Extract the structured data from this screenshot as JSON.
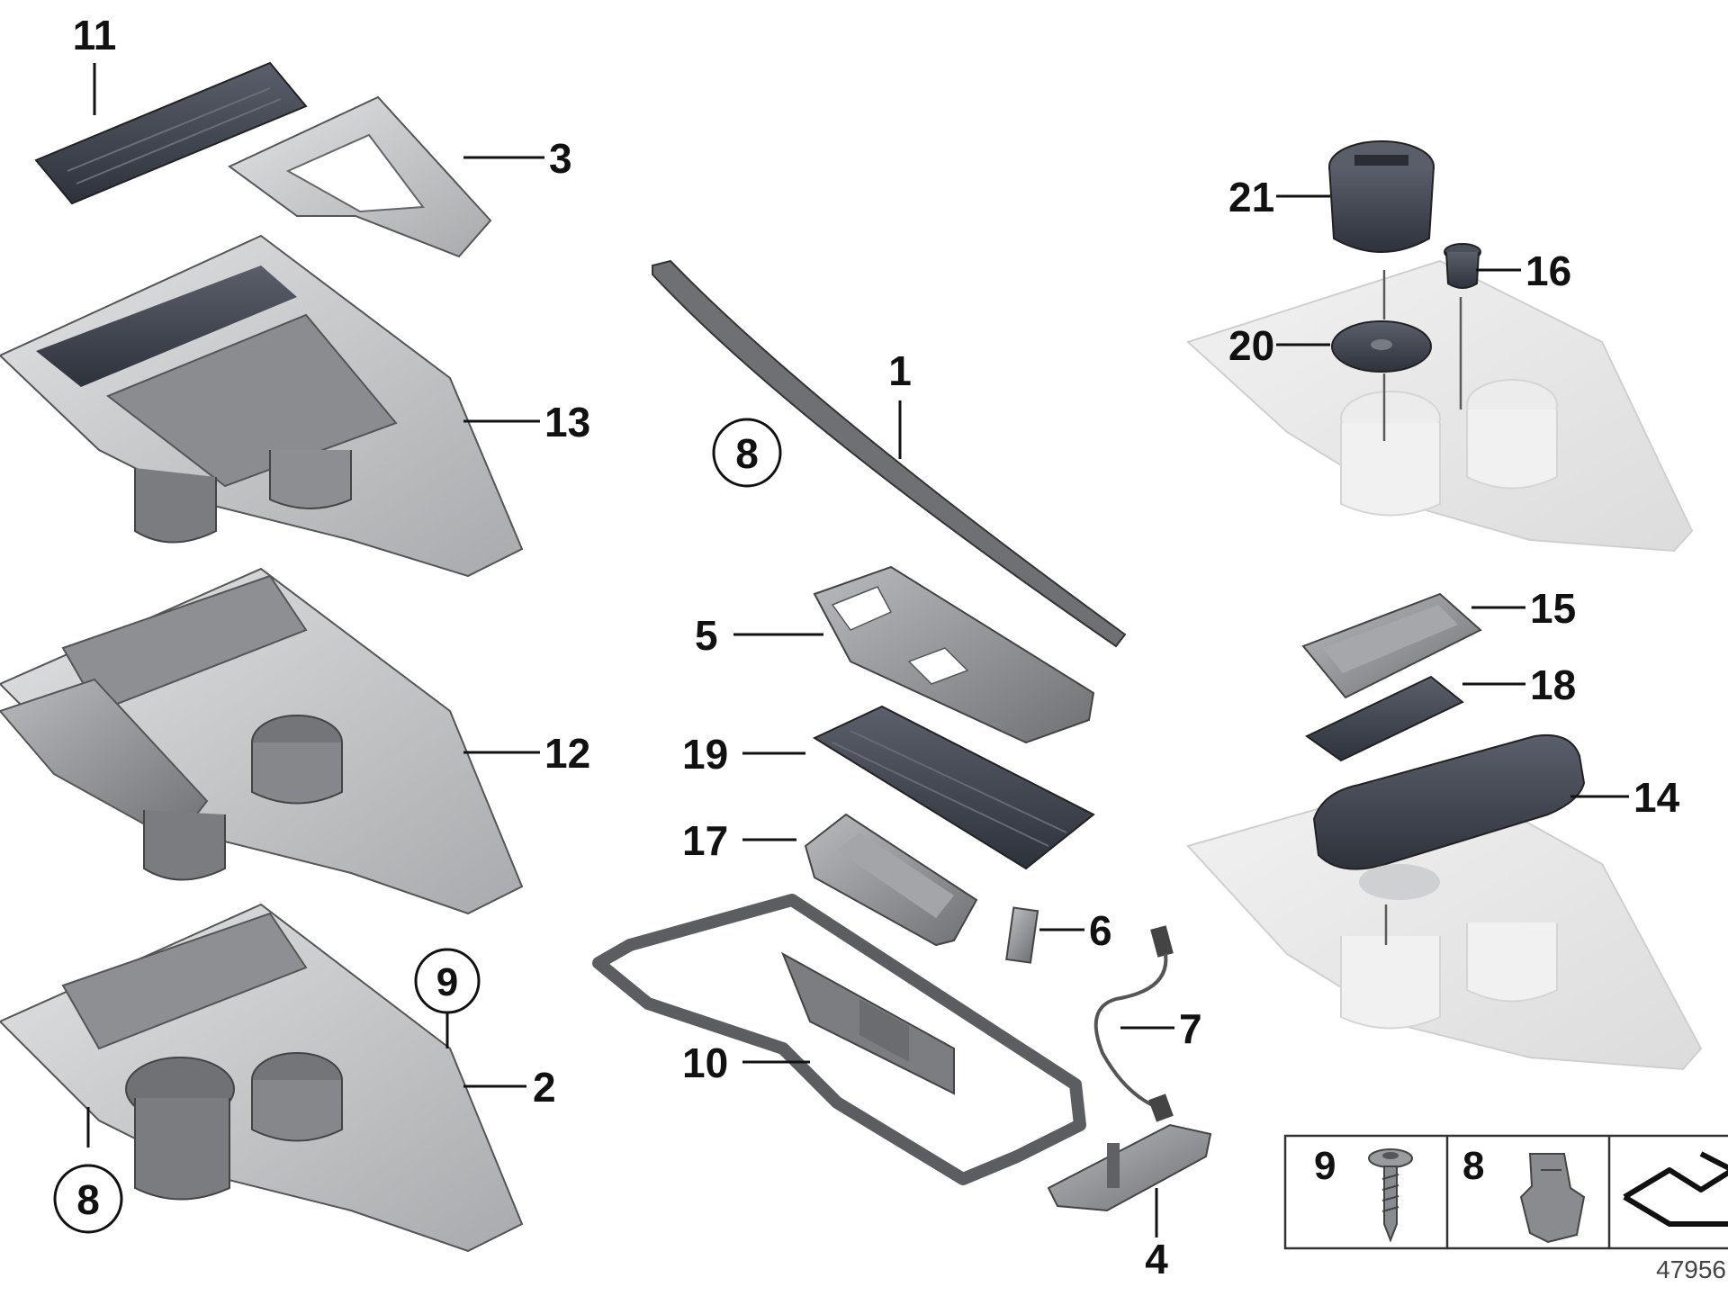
{
  "callouts": {
    "c1": "1",
    "c2": "2",
    "c3": "3",
    "c4": "4",
    "c5": "5",
    "c6": "6",
    "c7": "7",
    "c10": "10",
    "c11": "11",
    "c12": "12",
    "c13": "13",
    "c14": "14",
    "c15": "15",
    "c16": "16",
    "c17": "17",
    "c18": "18",
    "c19": "19",
    "c20": "20",
    "c21": "21"
  },
  "circled_refs": {
    "top_left": "8",
    "middle": "9",
    "bottom_left": "8"
  },
  "legend": {
    "cell1_label": "9",
    "cell2_label": "8"
  },
  "catalog_number": "47956",
  "colors": {
    "dark_part": "#3b3f4a",
    "mid_part": "#8e9094",
    "light_part": "#c8c9cb",
    "ghost_part": "#e6e6e6",
    "line": "#111111"
  }
}
